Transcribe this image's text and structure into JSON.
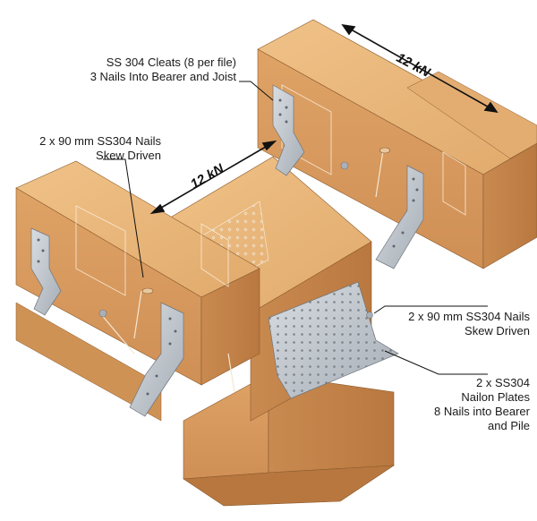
{
  "diagram": {
    "load_top": "12 kN",
    "load_left": "12 kN",
    "callouts": {
      "cleats": {
        "line1": "SS 304 Cleats (8 per file)",
        "line2": "3 Nails Into Bearer and Joist"
      },
      "nails_left": {
        "line1": "2 x 90 mm SS304 Nails",
        "line2": "Skew Driven"
      },
      "nails_right": {
        "line1": "2 x 90 mm SS304 Nails",
        "line2": "Skew Driven"
      },
      "plates": {
        "line1": "2 x SS304",
        "line2": "Nailon Plates",
        "line3": "8 Nails into Bearer",
        "line4": "and Pile"
      }
    },
    "colors": {
      "timber_top": "#e8b47a",
      "timber_side": "#d99a5e",
      "timber_dark": "#c7834a",
      "steel": "#b9bfc6",
      "steel_dark": "#8d949c"
    }
  }
}
